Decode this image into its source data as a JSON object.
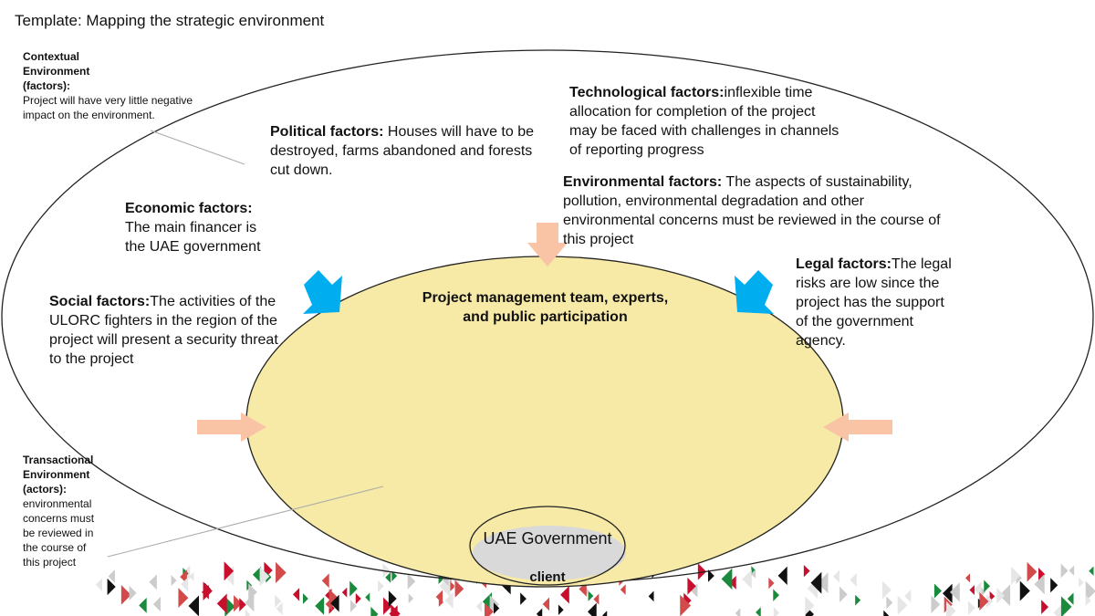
{
  "title": "Template: Mapping the strategic environment",
  "contextual": {
    "label": "Contextual Environment (factors):",
    "text": " Project will have very little negative impact on the environment."
  },
  "transactional": {
    "label": "Transactional Environment (actors):",
    "text": " environmental concerns must be reviewed in the course of this project"
  },
  "political": {
    "label": "Political factors:",
    "text": " Houses will have to be destroyed, farms abandoned and forests cut down."
  },
  "technological": {
    "label": "Technological factors:",
    "text": "inflexible time allocation for completion of the project may be faced with challenges in channels of reporting progress"
  },
  "environmental": {
    "label": "Environmental factors:",
    "text": " The aspects of sustainability, pollution, environmental degradation and other environmental concerns must be reviewed in the course of this project"
  },
  "economic": {
    "label": "Economic factors:",
    "text": " The main financer is the UAE government"
  },
  "legal": {
    "label": "Legal factors:",
    "text": "The legal risks are low since the project has the support of the government agency."
  },
  "social": {
    "label": "Social factors:",
    "text": "The activities of the ULORC fighters in the region of the project will present a security threat to the project"
  },
  "core": "Project management team, experts, and public participation",
  "client": {
    "name": "UAE Government",
    "label": "client"
  },
  "colors": {
    "yellow": "#f7eaa6",
    "peach": "#f9c3a6",
    "blue": "#00aeef",
    "gray": "#d9d9d9"
  }
}
